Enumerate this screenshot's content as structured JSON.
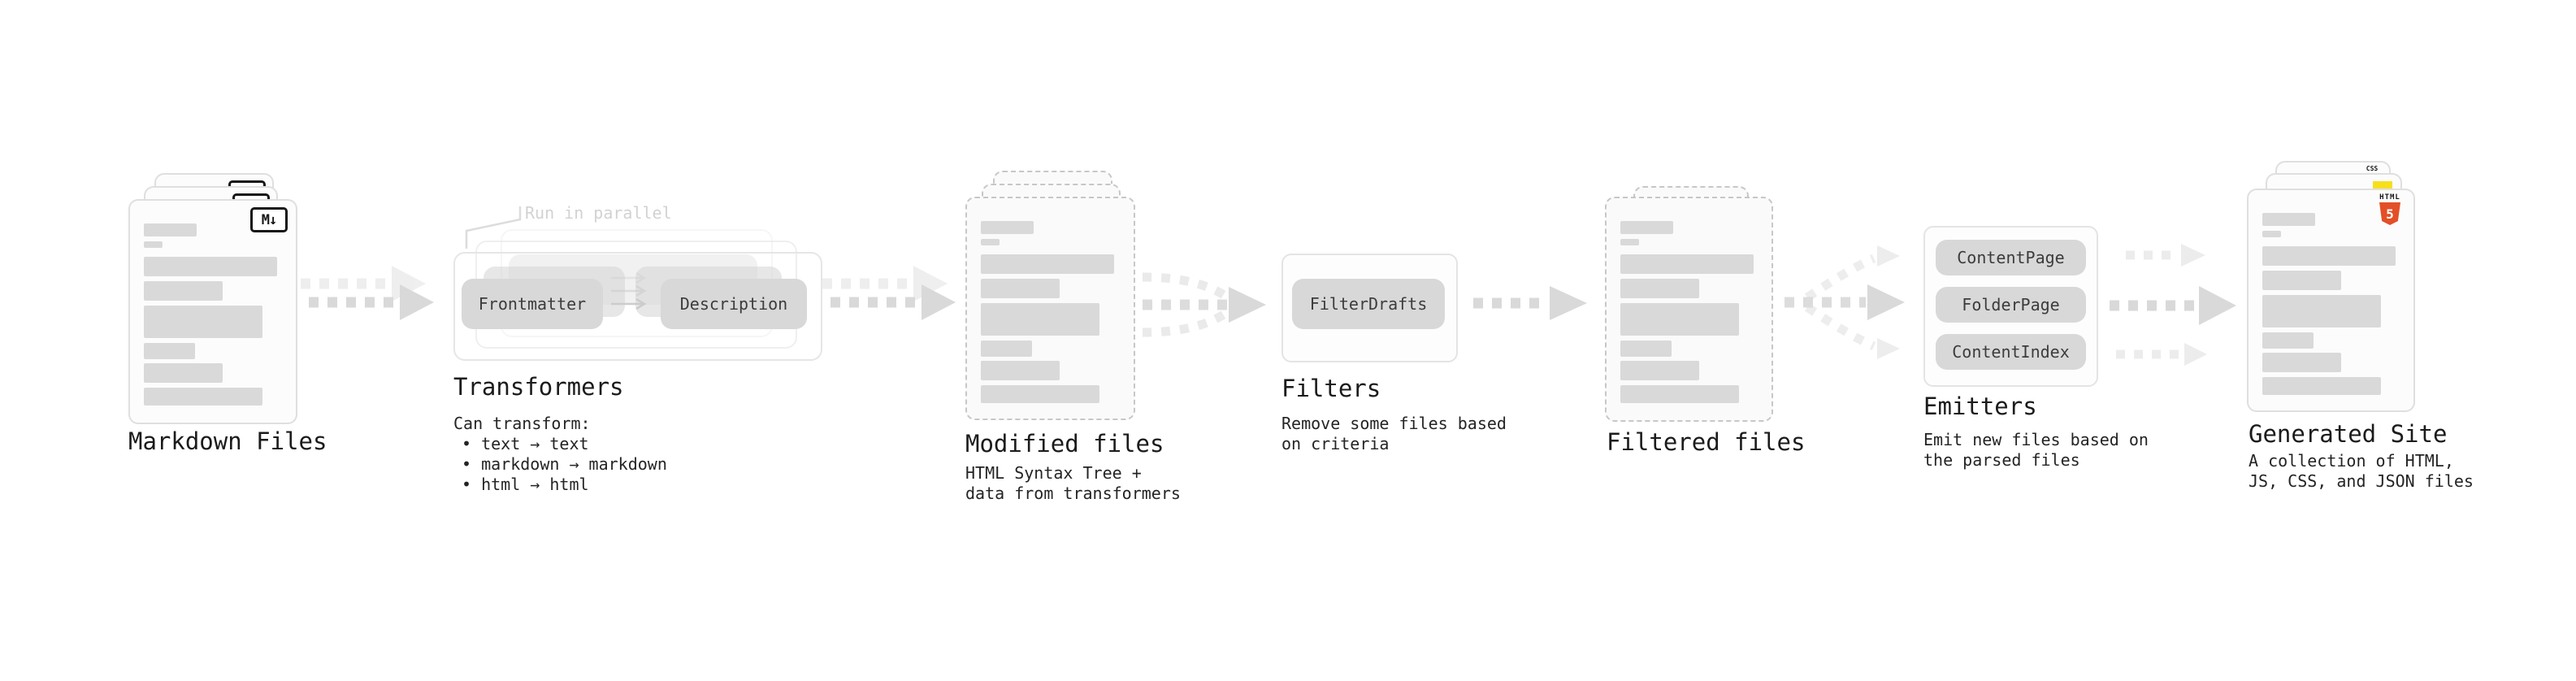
{
  "page": {
    "background": "#ffffff"
  },
  "colors": {
    "card_border": "#dfdfdf",
    "card_bg": "#fcfcfc",
    "dashed_border": "#c7c7c7",
    "dashed_bg": "#fafafa",
    "bar": "#d9d9d9",
    "pill_bg": "#d8d8d8",
    "pill_text": "#3c3c3c",
    "box_border": "#e4e4e4",
    "heading": "#1b1b1b",
    "subtext": "#242424",
    "annotation": "#d2d2d2",
    "arrow": "#d9d9d9",
    "arrow_faint": "#ececec",
    "markdown_icon": "#151515",
    "html5_orange": "#e34f26",
    "js_yellow": "#f7df1e",
    "css_blue": "#2b5ce6"
  },
  "stages": {
    "markdown_files": {
      "label": "Markdown Files",
      "icon": "M↓"
    },
    "transformers": {
      "label": "Transformers",
      "annotation": "Run in parallel",
      "pill_left": "Frontmatter",
      "pill_right": "Description",
      "sub": "Can transform:",
      "bullets": [
        "• text → text",
        "• markdown → markdown",
        "• html → html"
      ]
    },
    "modified_files": {
      "label": "Modified files",
      "sub": "HTML Syntax Tree +\ndata from transformers"
    },
    "filters": {
      "label": "Filters",
      "pill": "FilterDrafts",
      "sub": "Remove some files based\non criteria"
    },
    "filtered_files": {
      "label": "Filtered files"
    },
    "emitters": {
      "label": "Emitters",
      "pills": [
        "ContentPage",
        "FolderPage",
        "ContentIndex"
      ],
      "sub": "Emit new files based on\nthe parsed files"
    },
    "generated_site": {
      "label": "Generated Site",
      "sub": "A collection of HTML,\nJS, CSS, and JSON files",
      "css_badge": "CSS",
      "html_badge": "HTML",
      "html_badge_number": "5"
    }
  }
}
